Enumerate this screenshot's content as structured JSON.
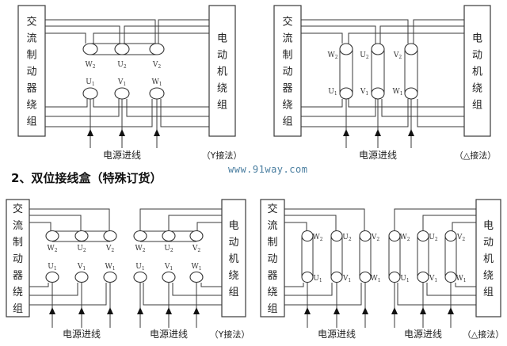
{
  "section_title": "2、双位接线盒（特殊订货）",
  "watermark": "www.91way.com",
  "labels": {
    "left_box": [
      "交",
      "流",
      "制",
      "动",
      "器",
      "绕",
      "组"
    ],
    "right_box": [
      "电",
      "动",
      "机",
      "绕",
      "组"
    ],
    "power_in": "电源进线",
    "y_connection": "（Y接法）",
    "delta_connection": "（△接法）"
  },
  "terminals": {
    "upper": [
      {
        "l": "W",
        "s": "2"
      },
      {
        "l": "U",
        "s": "2"
      },
      {
        "l": "V",
        "s": "2"
      }
    ],
    "lower": [
      {
        "l": "U",
        "s": "1"
      },
      {
        "l": "V",
        "s": "1"
      },
      {
        "l": "W",
        "s": "1"
      }
    ]
  },
  "diagrams": [
    {
      "id": "single-y",
      "type": "Y",
      "layout": "single"
    },
    {
      "id": "single-delta",
      "type": "delta",
      "layout": "single"
    },
    {
      "id": "dual-y",
      "type": "Y",
      "layout": "dual"
    },
    {
      "id": "dual-delta",
      "type": "delta",
      "layout": "dual"
    }
  ]
}
